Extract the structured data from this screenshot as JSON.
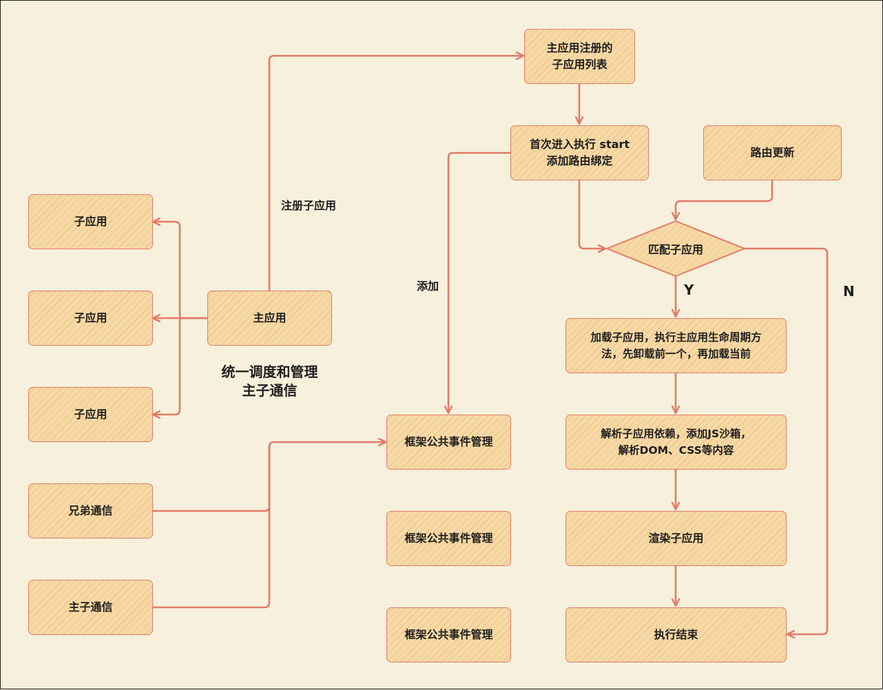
{
  "nodes": {
    "main_app": "主应用",
    "child_app_1": "子应用",
    "child_app_2": "子应用",
    "child_app_3": "子应用",
    "sibling_comm": "兄弟通信",
    "parent_child_comm": "主子通信",
    "registered_list": "主应用注册的\n子应用列表",
    "first_start": "首次进入执行 start\n添加路由绑定",
    "route_update": "路由更新",
    "match_child": "匹配子应用",
    "load_child": "加载子应用，执行主应用生命周期方\n法，先卸载前一个，再加载当前",
    "parse_child": "解析子应用依赖，添加JS沙箱，\n解析DOM、CSS等内容",
    "render_child": "渲染子应用",
    "end": "执行结束",
    "event_mgmt_1": "框架公共事件管理",
    "event_mgmt_2": "框架公共事件管理",
    "event_mgmt_3": "框架公共事件管理"
  },
  "labels": {
    "register_child": "注册子应用",
    "add": "添加",
    "yes": "Y",
    "no": "N",
    "unified": "统一调度和管理\n主子通信"
  },
  "colors": {
    "stroke": "#e07b68",
    "fill": "#f6d9a6",
    "background": "#f7f0dc",
    "text": "#1e1e1e"
  }
}
